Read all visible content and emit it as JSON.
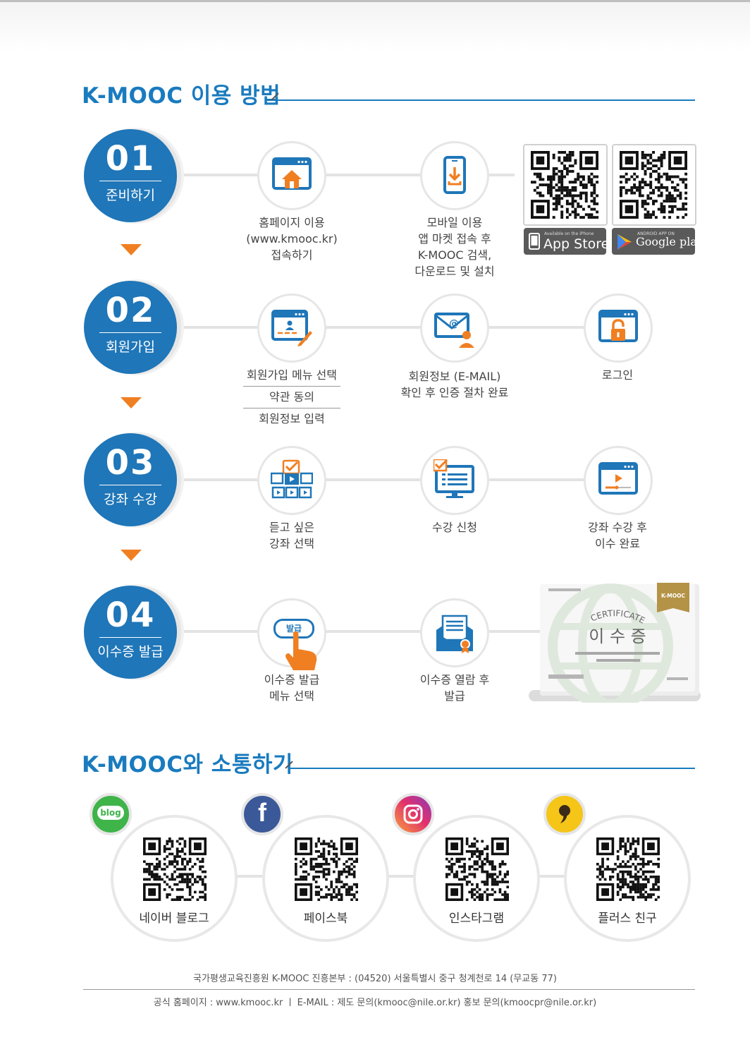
{
  "section1": {
    "title": "K-MOOC 이용 방법"
  },
  "steps": [
    {
      "num": "01",
      "label": "준비하기"
    },
    {
      "num": "02",
      "label": "회원가입"
    },
    {
      "num": "03",
      "label": "강좌 수강"
    },
    {
      "num": "04",
      "label": "이수증 발급"
    }
  ],
  "step1": {
    "homepage": {
      "line1": "홈페이지 이용",
      "line2": "(www.kmooc.kr)",
      "line3": "접속하기"
    },
    "mobile": {
      "line1": "모바일 이용",
      "line2": "앱 마켓 접속 후",
      "line3": "K-MOOC 검색,",
      "line4": "다운로드 및 설치"
    },
    "appstore": {
      "small": "Available on the iPhone",
      "big": "App Store"
    },
    "googleplay": {
      "small": "ANDROID APP ON",
      "big": "Google play"
    }
  },
  "step2": {
    "signup": {
      "line1": "회원가입 메뉴 선택",
      "line2": "약관 동의",
      "line3": "회원정보 입력"
    },
    "email": {
      "line1": "회원정보 (E-MAIL)",
      "line2": "확인 후 인증 절차 완료"
    },
    "login": {
      "line1": "로그인"
    }
  },
  "step3": {
    "select": {
      "line1": "듣고 싶은",
      "line2": "강좌 선택"
    },
    "apply": {
      "line1": "수강 신청"
    },
    "complete": {
      "line1": "강좌 수강 후",
      "line2": "이수 완료"
    }
  },
  "step4": {
    "menu": {
      "line1": "이수증 발급",
      "line2": "메뉴 선택",
      "button": "발급"
    },
    "view": {
      "line1": "이수증 열람 후",
      "line2": "발급"
    },
    "certificate": {
      "badge": "K-MOOC",
      "arc": "CERTIFICATE",
      "title": "이 수 증"
    }
  },
  "section2": {
    "title": "K-MOOC와 소통하기"
  },
  "sns": [
    {
      "label": "네이버 블로그",
      "badge": "blog",
      "color": "#3fb449",
      "icon": "naver-blog-icon"
    },
    {
      "label": "페이스북",
      "badge": "f",
      "color": "#3b5998",
      "icon": "facebook-icon"
    },
    {
      "label": "인스타그램",
      "badge": "",
      "color": "#d62f73",
      "icon": "instagram-icon"
    },
    {
      "label": "플러스 친구",
      "badge": "",
      "color": "#f5c518",
      "icon": "kakao-plus-friend-icon"
    }
  ],
  "footer": {
    "address": "국가평생교육진흥원 K-MOOC 진흥본부 : (04520) 서울특별시 중구 청계천로 14 (무교동 77)",
    "contact": "공식 홈페이지 : www.kmooc.kr  ㅣ  E-MAIL : 제도 문의(kmooc@nile.or.kr)   홍보 문의(kmoocpr@nile.or.kr)"
  },
  "colors": {
    "accent": "#1f76b8",
    "orange": "#f07f22"
  }
}
